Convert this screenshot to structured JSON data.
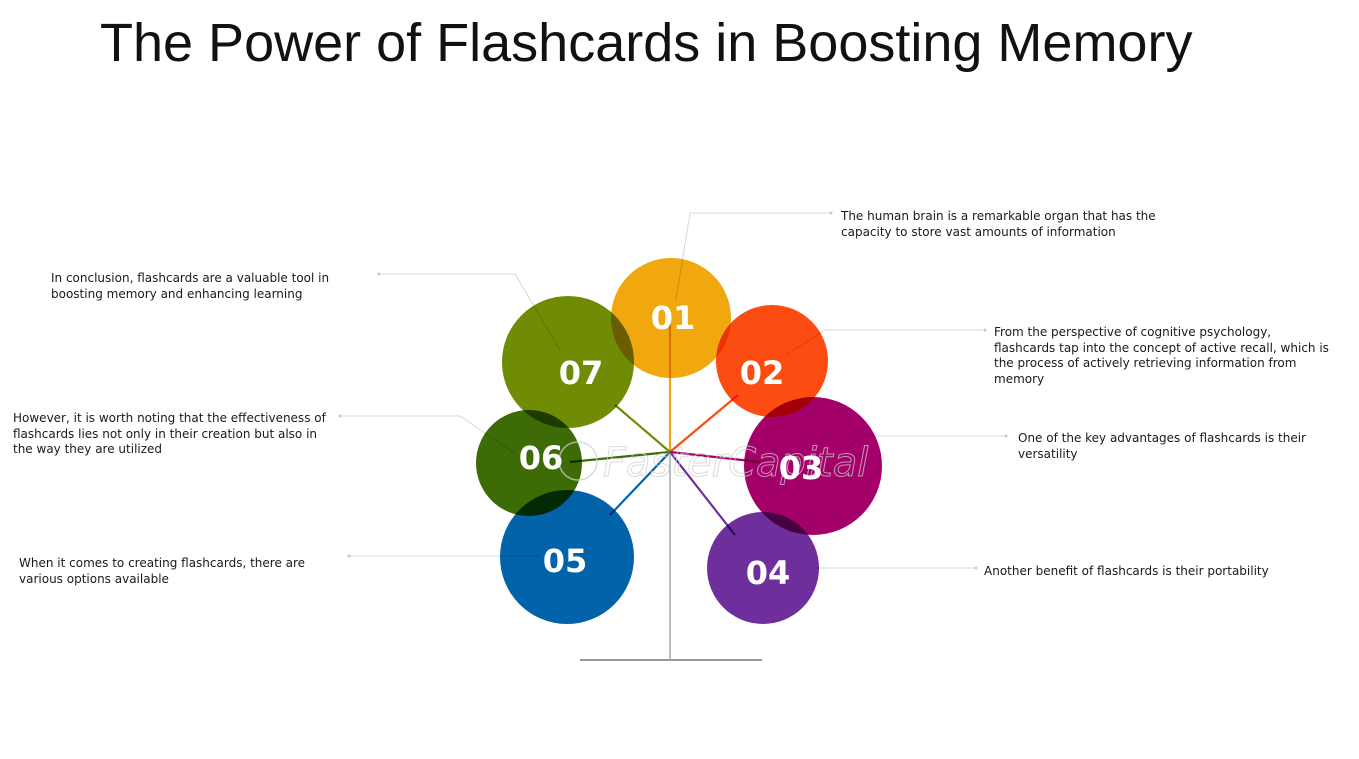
{
  "title": "The Power of Flashcards in Boosting Memory",
  "watermark": "FasterCapital",
  "colors": {
    "01": "#f0a80e",
    "02": "#fc4c12",
    "03": "#a4006a",
    "04": "#6e2e9c",
    "05": "#0262aa",
    "06": "#3d6b06",
    "07": "#6f8c04",
    "stem": "#b5b5b5",
    "leader": "#dcdcdc"
  },
  "items": [
    {
      "number": "01",
      "text": "The human brain is a remarkable organ that has the capacity to store vast amounts of information"
    },
    {
      "number": "02",
      "text": "From the perspective of cognitive psychology, flashcards tap into the concept of active recall, which is the process of actively retrieving information from memory"
    },
    {
      "number": "03",
      "text": "One of the key advantages of flashcards is their versatility"
    },
    {
      "number": "04",
      "text": "Another benefit of flashcards is their portability"
    },
    {
      "number": "05",
      "text": "When it comes to creating flashcards, there are various options available"
    },
    {
      "number": "06",
      "text": "However, it is worth noting that the effectiveness of flashcards lies not only in their creation but also in the way they are utilized"
    },
    {
      "number": "07",
      "text": "In conclusion, flashcards are a valuable tool in boosting memory and enhancing learning"
    }
  ]
}
